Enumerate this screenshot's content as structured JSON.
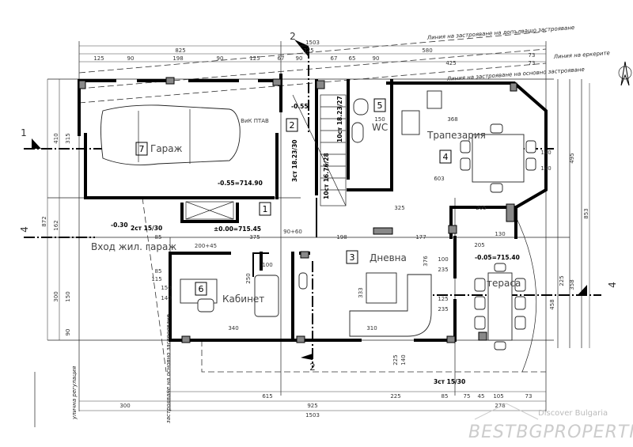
{
  "sections": {
    "s1": "1",
    "s2_top": "2",
    "s2_bottom": "2",
    "s4_left": "4",
    "s4_right": "4"
  },
  "rooms": [
    {
      "num": "7",
      "name": "Гараж"
    },
    {
      "num": "2",
      "name": ""
    },
    {
      "num": "5",
      "name": "WC"
    },
    {
      "num": "4",
      "name": "Трапезария"
    },
    {
      "num": "1",
      "name": ""
    },
    {
      "num": "3",
      "name": "Дневна"
    },
    {
      "num": "6",
      "name": "Кабинет"
    },
    {
      "num": "",
      "name": "тераса"
    }
  ],
  "labels": {
    "entrance": "Вход жил. гараж",
    "sign": "ВиК ПТАВ"
  },
  "elevations": [
    "-0.55",
    "-0.55=714.90",
    "-0.30",
    "±0.00=715.45",
    "-0.05=715.40"
  ],
  "stairs": [
    "2ст 15/30",
    "3ст 18.23/30",
    "10ст 18.23/27",
    "10ст 16.76/28",
    "3ст 15/30"
  ],
  "notes": {
    "line_additional": "Линия на застрояване на допълващо застрояване",
    "line_bays": "Линия на еркерите",
    "line_main": "Линия на застрояване на основно застрояване",
    "street_regulation": "улична регулация",
    "main_building_line": "застрояване на основно застрояване"
  },
  "dims_top": [
    "1503",
    "825",
    "225",
    "580",
    "125",
    "90",
    "198",
    "90",
    "125",
    "67",
    "90",
    "67",
    "65",
    "90",
    "425",
    "73",
    "73"
  ],
  "dims_bottom": [
    "615",
    "225",
    "85",
    "75",
    "45",
    "105",
    "73",
    "300",
    "925",
    "278",
    "1503"
  ],
  "dims_left": [
    "872",
    "410",
    "315",
    "162",
    "300",
    "150",
    "90"
  ],
  "dims_right": [
    "853",
    "495",
    "358",
    "225",
    "458",
    "140",
    "140"
  ],
  "dims_inner": [
    "375",
    "198",
    "177",
    "325",
    "603",
    "205",
    "205",
    "130",
    "150",
    "368",
    "340",
    "100",
    "115",
    "85",
    "85",
    "333",
    "376",
    "310",
    "100",
    "235",
    "125",
    "235",
    "150",
    "140",
    "250",
    "200+45",
    "90+60",
    "225",
    "140"
  ],
  "watermark": {
    "line1": "Discover Bulgaria",
    "line2": "BESTBGPROPERTIES"
  }
}
